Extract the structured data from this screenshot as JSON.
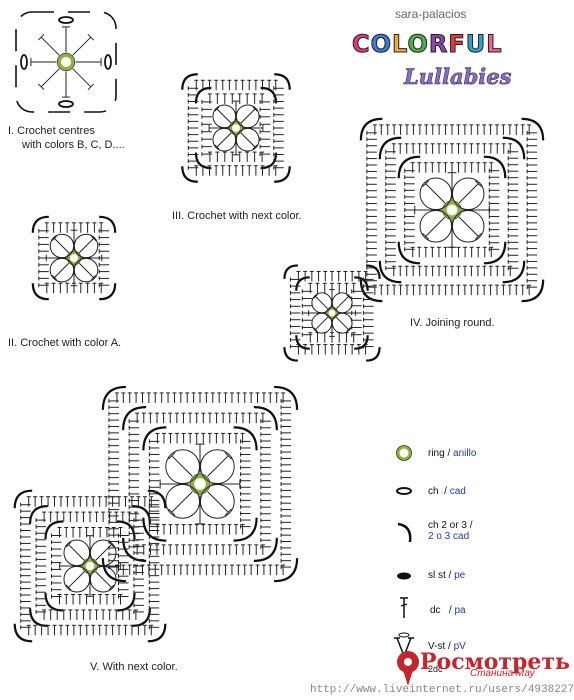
{
  "credit": "sara-palacios",
  "logo": {
    "line1": "COLORFUL",
    "line2": "Lullabies",
    "line1_colors": [
      "#e2397c",
      "#3a7bd5",
      "#f1a93a",
      "#4bb24b",
      "#8e44ad",
      "#e23a3a",
      "#2ca4c9",
      "#f06292"
    ]
  },
  "captions": {
    "step1_line1": "I. Crochet centres",
    "step1_line2": "with colors B, C, D....",
    "step2": "II. Crochet with color A.",
    "step3": "III. Crochet with next color.",
    "step4": "IV. Joining round.",
    "step5": "V. With next color."
  },
  "legend": [
    {
      "symbol": "ring",
      "en": "ring",
      "es": "anillo"
    },
    {
      "symbol": "chain",
      "en": "ch",
      "es": "cad"
    },
    {
      "symbol": "arc",
      "en": "ch 2 or 3 /",
      "es": "2 o 3 cad"
    },
    {
      "symbol": "slst",
      "en": "sl st /",
      "es": "pe"
    },
    {
      "symbol": "dc",
      "en": "dc",
      "es": "pa"
    },
    {
      "symbol": "vst",
      "en": "V-st /",
      "es": "pV"
    }
  ],
  "watermark": "http://www.liveinternet.ru/users/4938227",
  "overlay": {
    "partial_text": "2dc",
    "pin_text": "Pосмотреть",
    "right_text": "Станина Мау"
  },
  "icons": [
    "ring-icon",
    "chain-icon",
    "arc-icon",
    "slst-icon",
    "dc-icon",
    "vst-icon",
    "pin-icon"
  ],
  "colors": {
    "ring": "#8ab43a",
    "es_text": "#1f3aa0",
    "pin": "#c4262e"
  }
}
